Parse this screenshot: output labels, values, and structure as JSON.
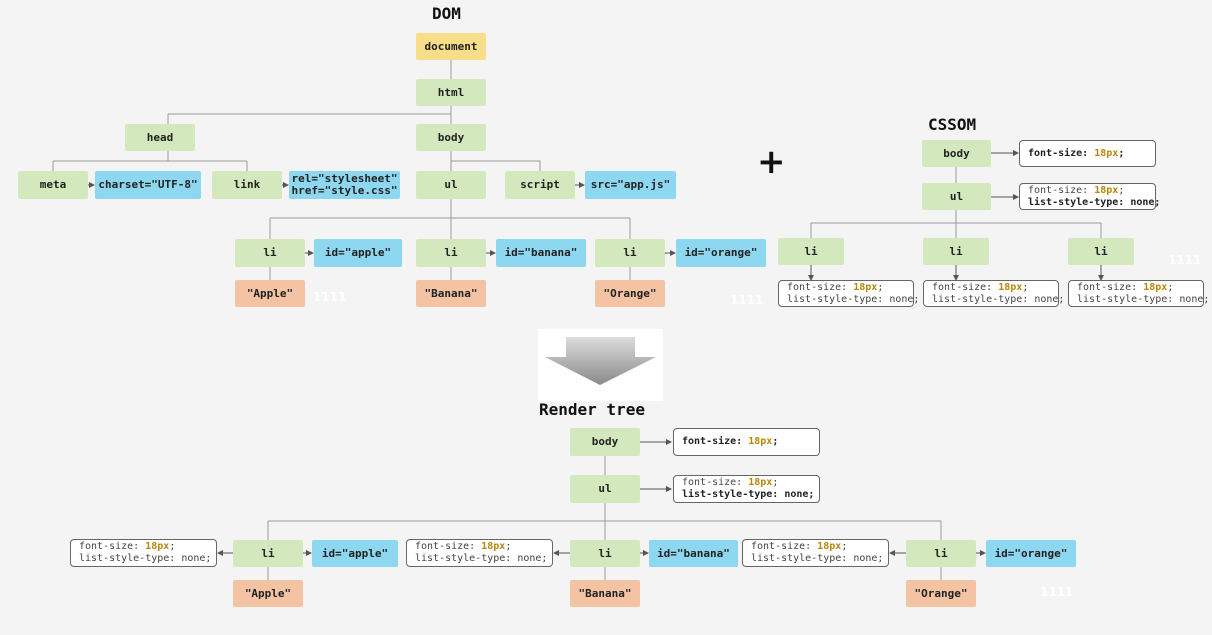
{
  "dom": {
    "title": "DOM",
    "document": "document",
    "html": "html",
    "head": "head",
    "body": "body",
    "meta": "meta",
    "meta_attr": "charset=\"UTF-8\"",
    "link": "link",
    "link_attr": "rel=\"stylesheet\"\nhref=\"style.css\"",
    "ul": "ul",
    "script": "script",
    "script_attr": "src=\"app.js\"",
    "items": [
      {
        "tag": "li",
        "attr": "id=\"apple\"",
        "text": "\"Apple\""
      },
      {
        "tag": "li",
        "attr": "id=\"banana\"",
        "text": "\"Banana\""
      },
      {
        "tag": "li",
        "attr": "id=\"orange\"",
        "text": "\"Orange\""
      }
    ]
  },
  "plus": "+",
  "cssom": {
    "title": "CSSOM",
    "body": "body",
    "ul": "ul",
    "li": "li",
    "font_size_prop": "font-size: ",
    "font_size_val": "18px",
    "list_style": "list-style-type: none;"
  },
  "render": {
    "title": "Render tree",
    "body": "body",
    "ul": "ul",
    "items": [
      {
        "tag": "li",
        "attr": "id=\"apple\"",
        "text": "\"Apple\""
      },
      {
        "tag": "li",
        "attr": "id=\"banana\"",
        "text": "\"Banana\""
      },
      {
        "tag": "li",
        "attr": "id=\"orange\"",
        "text": "\"Orange\""
      }
    ]
  },
  "marks": [
    "1111",
    "1111",
    "1111",
    "1111"
  ],
  "colors": {
    "element_node": "#d3e8bd",
    "attribute_node": "#8ed7f0",
    "text_node": "#f3c3a3",
    "document_node": "#f9de8a",
    "value_highlight": "#b8860b"
  }
}
